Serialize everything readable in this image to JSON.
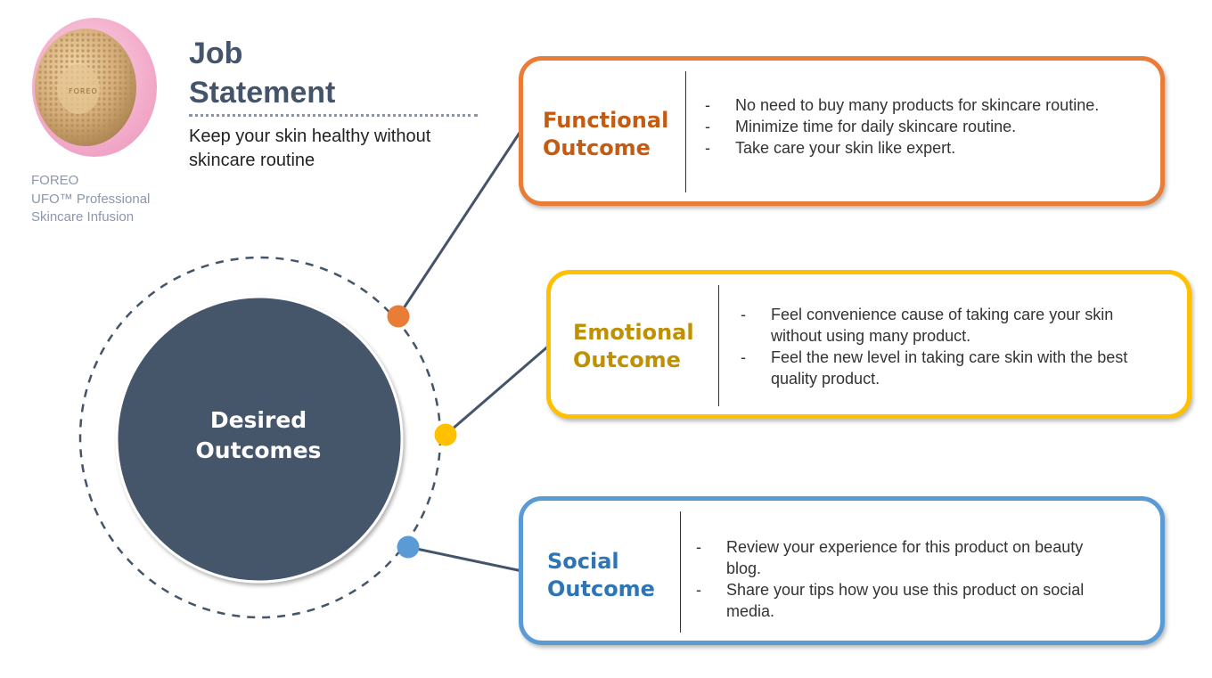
{
  "product": {
    "caption": [
      "FOREO",
      "UFO™ Professional",
      "Skincare Infusion"
    ],
    "brand_engraving": "FOREO",
    "colors": {
      "body": "#f6b4cf",
      "face": "#d9b486"
    }
  },
  "job_statement": {
    "title_lines": [
      "Job",
      "Statement"
    ],
    "text": "Keep your skin healthy without skincare routine"
  },
  "center": {
    "label_lines": [
      "Desired",
      "Outcomes"
    ],
    "color": "#44546a"
  },
  "outcomes": [
    {
      "id": "functional",
      "title_lines": [
        "Functional",
        "Outcome"
      ],
      "color": "#e97c36",
      "items": [
        "No need to buy many products for skincare routine.",
        "Minimize time for daily skincare routine.",
        "Take care your skin like expert."
      ]
    },
    {
      "id": "emotional",
      "title_lines": [
        "Emotional",
        "Outcome"
      ],
      "color": "#ffc000",
      "items": [
        "Feel convenience cause of taking care your skin without using many product.",
        "Feel the new level in taking care skin with the best quality product."
      ]
    },
    {
      "id": "social",
      "title_lines": [
        "Social",
        "Outcome"
      ],
      "color": "#5b9bd5",
      "items": [
        "Review your experience for this product on beauty blog.",
        "Share your tips how you use this product on social media."
      ]
    }
  ],
  "bullet_marker": "-"
}
